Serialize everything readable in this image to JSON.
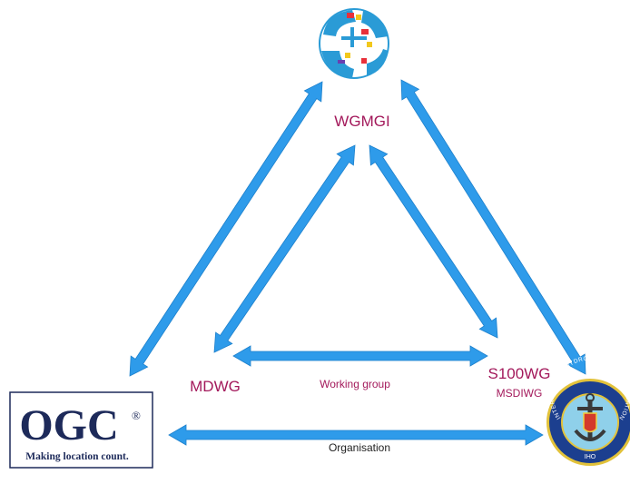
{
  "labels": {
    "top": "WGMGI",
    "left": "MDWG",
    "right": "S100WG",
    "right_sub": "MSDIWG",
    "inner_edge": "Working group",
    "outer_edge": "Organisation"
  },
  "logos": {
    "ogc": {
      "text": "OGC",
      "registered": "®",
      "tagline": "Making location count."
    },
    "iho": {
      "ring_text": "INTERNATIONAL HYDROGRAPHIC ORGANIZATION",
      "abbr": "IHO"
    },
    "wgmgi": {
      "icon": "globe-grid-icon"
    }
  },
  "colors": {
    "arrow": "#2e9bea",
    "arrow_edge": "#1d80cc",
    "label": "#a3195b",
    "ogc_navy": "#1d2a5a",
    "iho_blue": "#1c3f8f",
    "iho_gold": "#e2c23a"
  }
}
